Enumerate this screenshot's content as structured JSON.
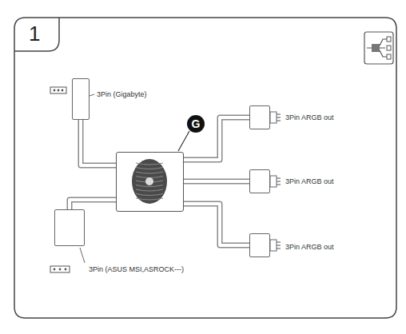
{
  "diagram": {
    "nodes": [
      {
        "text": [
          "3Pin (Gigabyte)"
        ]
      },
      {
        "text": [
          "G"
        ]
      },
      {
        "text": [
          "3Pin ARGB out"
        ]
      },
      {
        "text": [
          "3Pin ARGB out"
        ]
      },
      {
        "text": [
          "3Pin ARGB out"
        ]
      },
      {
        "text": [
          "3Pin (ASUS MSI,ASROCK---)"
        ]
      }
    ],
    "edges": [
      {
        "from": 0,
        "to": 1,
        "arrow": "none"
      },
      {
        "from": 1,
        "to": 2,
        "arrow": "none"
      },
      {
        "from": 1,
        "to": 3,
        "arrow": "none"
      },
      {
        "from": 1,
        "to": 4,
        "arrow": "none"
      },
      {
        "from": 5,
        "to": 1,
        "arrow": "none"
      }
    ],
    "labels": [
      "1"
    ]
  }
}
